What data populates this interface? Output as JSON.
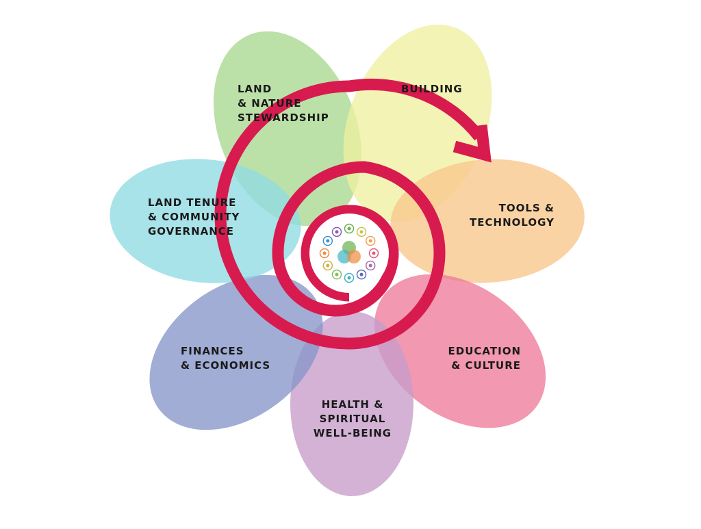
{
  "petals": [
    {
      "id": "land-nature",
      "lines": [
        "LAND",
        "& NATURE",
        "STEWARDSHIP"
      ],
      "color": "#a8d890"
    },
    {
      "id": "building",
      "lines": [
        "BUILDING"
      ],
      "color": "#eef0a0"
    },
    {
      "id": "tools-technology",
      "lines": [
        "TOOLS &",
        "TECHNOLOGY"
      ],
      "color": "#f9c78c"
    },
    {
      "id": "education-culture",
      "lines": [
        "EDUCATION",
        "& CULTURE"
      ],
      "color": "#ee7b9a"
    },
    {
      "id": "health-spiritual",
      "lines": [
        "HEALTH &",
        "SPIRITUAL",
        "WELL-BEING"
      ],
      "color": "#c79ccb"
    },
    {
      "id": "finances-economics",
      "lines": [
        "FINANCES",
        "& ECONOMICS"
      ],
      "color": "#8796c9"
    },
    {
      "id": "land-tenure",
      "lines": [
        "LAND TENURE",
        "& COMMUNITY",
        "GOVERNANCE"
      ],
      "color": "#8fdbe3"
    }
  ],
  "spiral_color": "#d81b4f",
  "center_icons": [
    {
      "name": "tree-icon",
      "color": "#6ab04c"
    },
    {
      "name": "house-icon",
      "color": "#c9c34a"
    },
    {
      "name": "gear-icon",
      "color": "#f0a050"
    },
    {
      "name": "book-icon",
      "color": "#e05a7a"
    },
    {
      "name": "heart-icon",
      "color": "#a86bb0"
    },
    {
      "name": "coin-icon",
      "color": "#5c6bb5"
    },
    {
      "name": "people-icon",
      "color": "#3db5c4"
    },
    {
      "name": "leaf-icon",
      "color": "#7fbf5f"
    },
    {
      "name": "hammer-icon",
      "color": "#d0b040"
    },
    {
      "name": "lightbulb-icon",
      "color": "#f08a40"
    },
    {
      "name": "globe-icon",
      "color": "#3d8fd0"
    },
    {
      "name": "hand-icon",
      "color": "#8a5cb0"
    }
  ]
}
